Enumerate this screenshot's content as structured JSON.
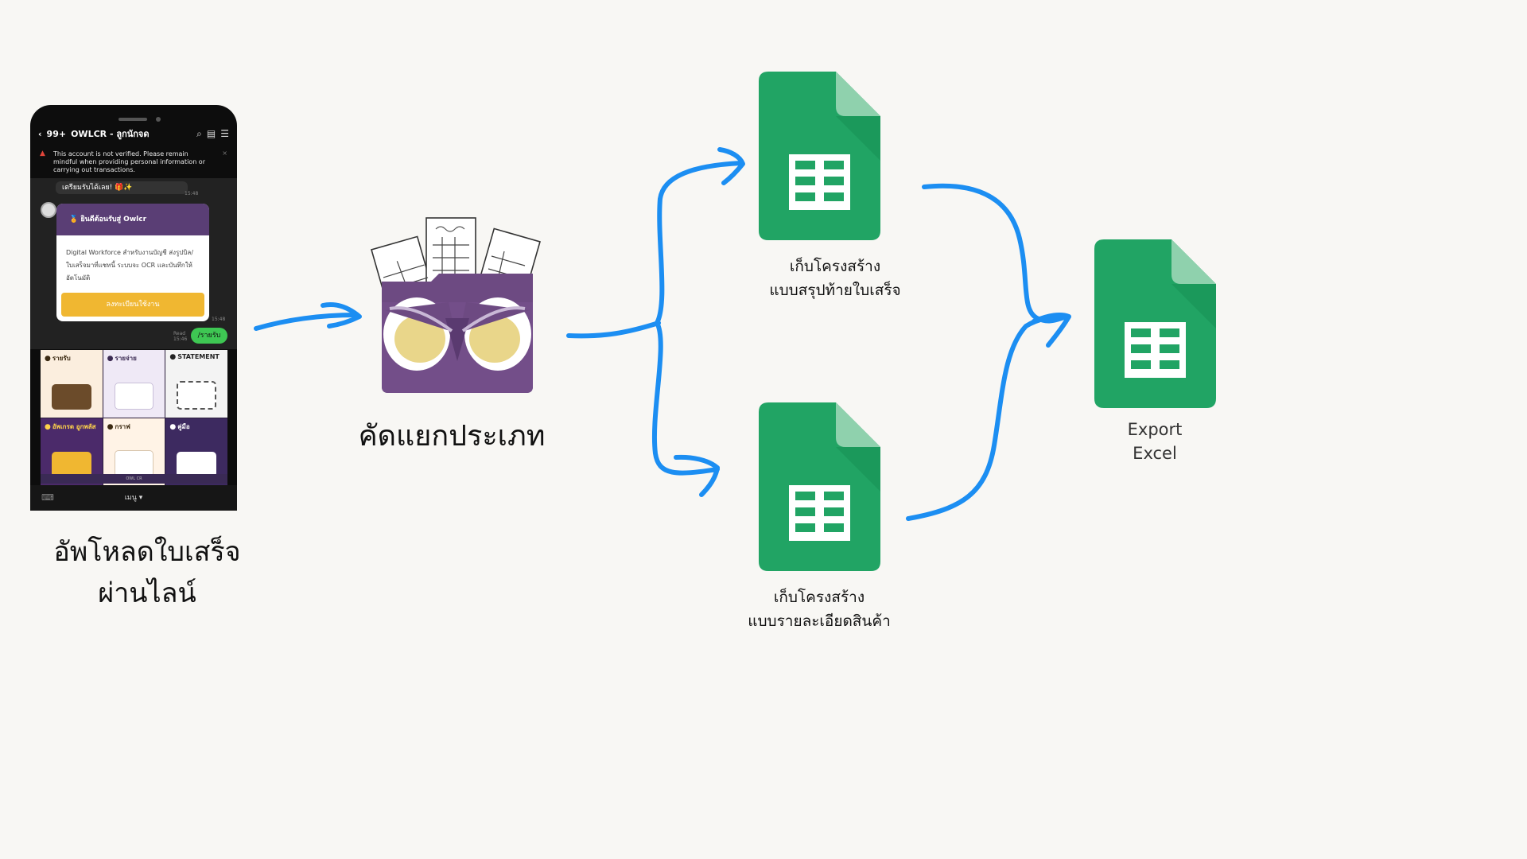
{
  "colors": {
    "background": "#f8f7f4",
    "arrow": "#1c8ef2",
    "sheet_green": "#21a464",
    "sheet_fold": "#8fd1ad",
    "folder_purple": "#6d4a82",
    "line_purple": "#5a3e75",
    "line_yellow": "#f0b731",
    "line_green": "#3ec753"
  },
  "icons": {
    "sheet": "google-sheets-icon",
    "folder": "owl-folder-icon"
  },
  "phone": {
    "unread": "99+",
    "chat_title": "OWLCR - ลูกนักจด",
    "warning": "This account is not verified. Please remain mindful when providing personal information or carrying out transactions.",
    "first_message": "เตรียมรับได้เลย! 🎁✨",
    "first_time": "15:48",
    "card_title": "🏅 ยินดีต้อนรับสู่ Owlcr",
    "card_body": "Digital Workforce สำหรับงานบัญชี ส่งรูปบิล/ใบเสร็จมาที่แชทนี้ ระบบจะ OCR และบันทึกให้อัตโนมัติ",
    "card_button": "ลงทะเบียนใช้งาน",
    "card_time": "15:48",
    "read_label": "Read 15:46",
    "user_message": "/รายรับ",
    "tiles": [
      {
        "label": "รายรับ",
        "icon": "coin-icon"
      },
      {
        "label": "รายจ่าย",
        "icon": "receipt-icon"
      },
      {
        "label": "STATEMENT",
        "icon": "statement-icon"
      },
      {
        "label": "อัพเกรด อูกพลัส",
        "icon": "owl-icon"
      },
      {
        "label": "กราฟ",
        "icon": "chart-icon"
      },
      {
        "label": "คู่มือ",
        "icon": "book-icon"
      }
    ],
    "strip_text": "OWL CR",
    "menu_label": "เมนู ▾"
  },
  "labels": {
    "upload": [
      "อัพโหลดใบเสร็จ",
      "ผ่านไลน์"
    ],
    "classify": "คัดแยกประเภท",
    "summary": [
      "เก็บโครงสร้าง",
      "แบบสรุปท้ายใบเสร็จ"
    ],
    "detail": [
      "เก็บโครงสร้าง",
      "แบบรายละเอียดสินค้า"
    ],
    "export": [
      "Export",
      "Excel"
    ]
  }
}
